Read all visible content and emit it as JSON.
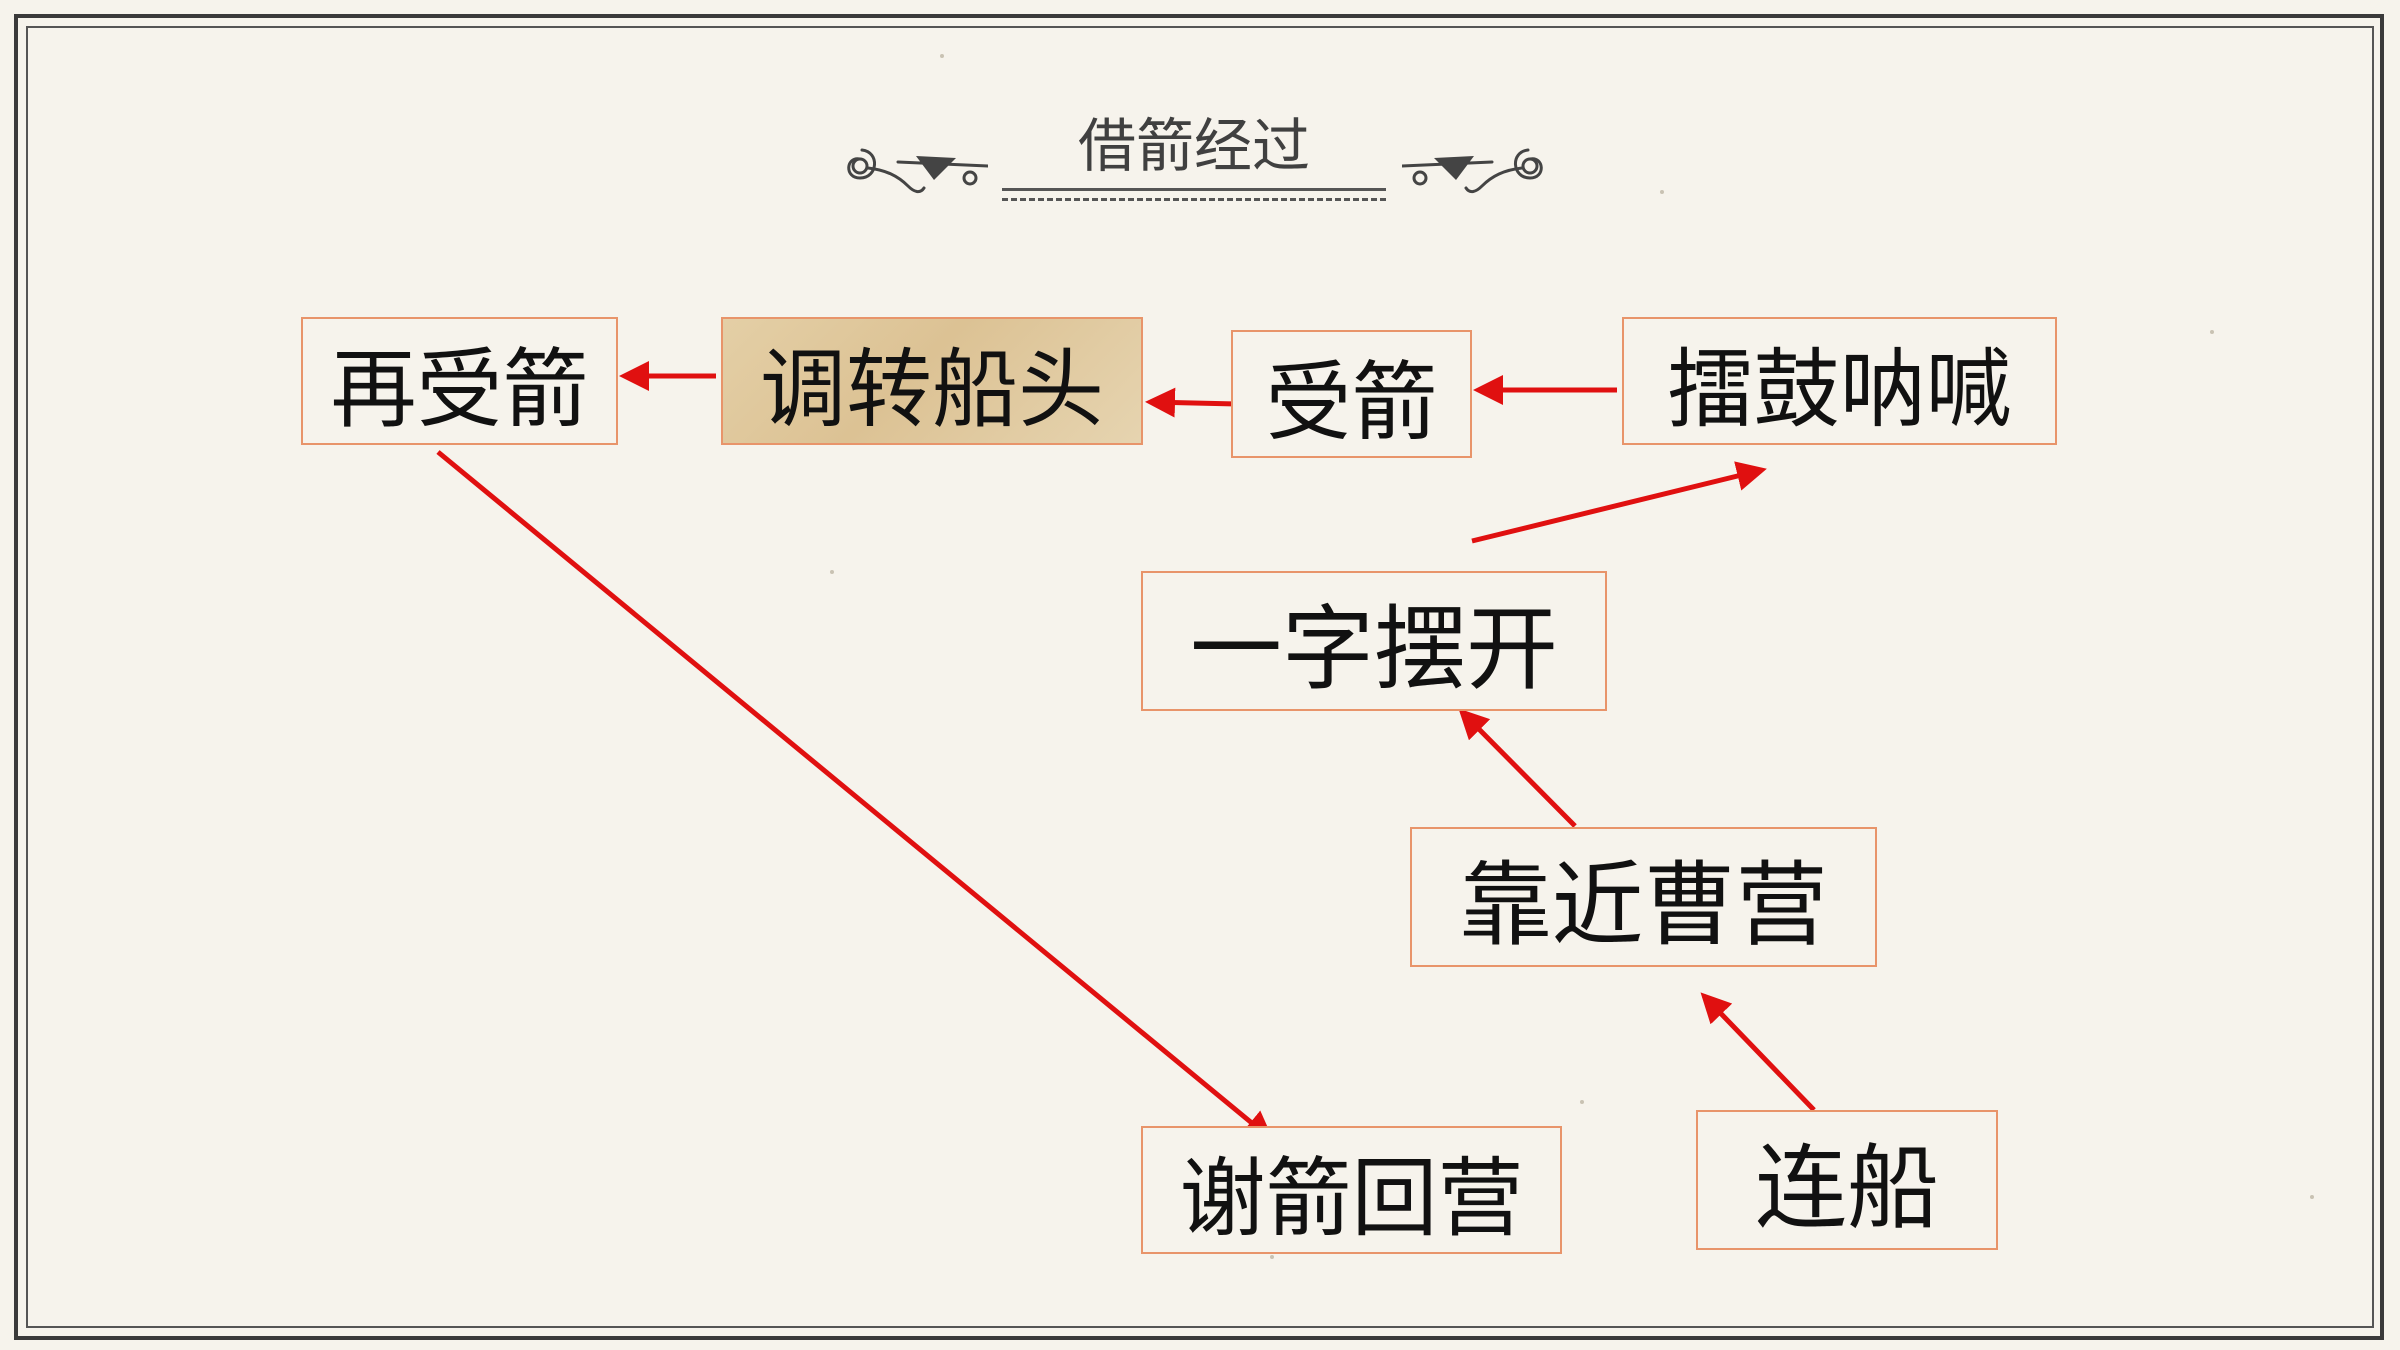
{
  "title": "借箭经过",
  "nodes": {
    "zai_shou_jian": "再受箭",
    "tiao_zhuan_chuan_tou": "调转船头",
    "shou_jian": "受箭",
    "lei_gu_na_han": "擂鼓呐喊",
    "yi_zi_bai_kai": "一字摆开",
    "kao_jin_cao_ying": "靠近曹营",
    "lian_chuan": "连船",
    "xie_jian_hui_ying": "谢箭回营"
  },
  "colors": {
    "arrow": "#e01010",
    "node_border": "#e8946a",
    "highlight_fill": "#dcc294",
    "background": "#f6f3ec"
  }
}
